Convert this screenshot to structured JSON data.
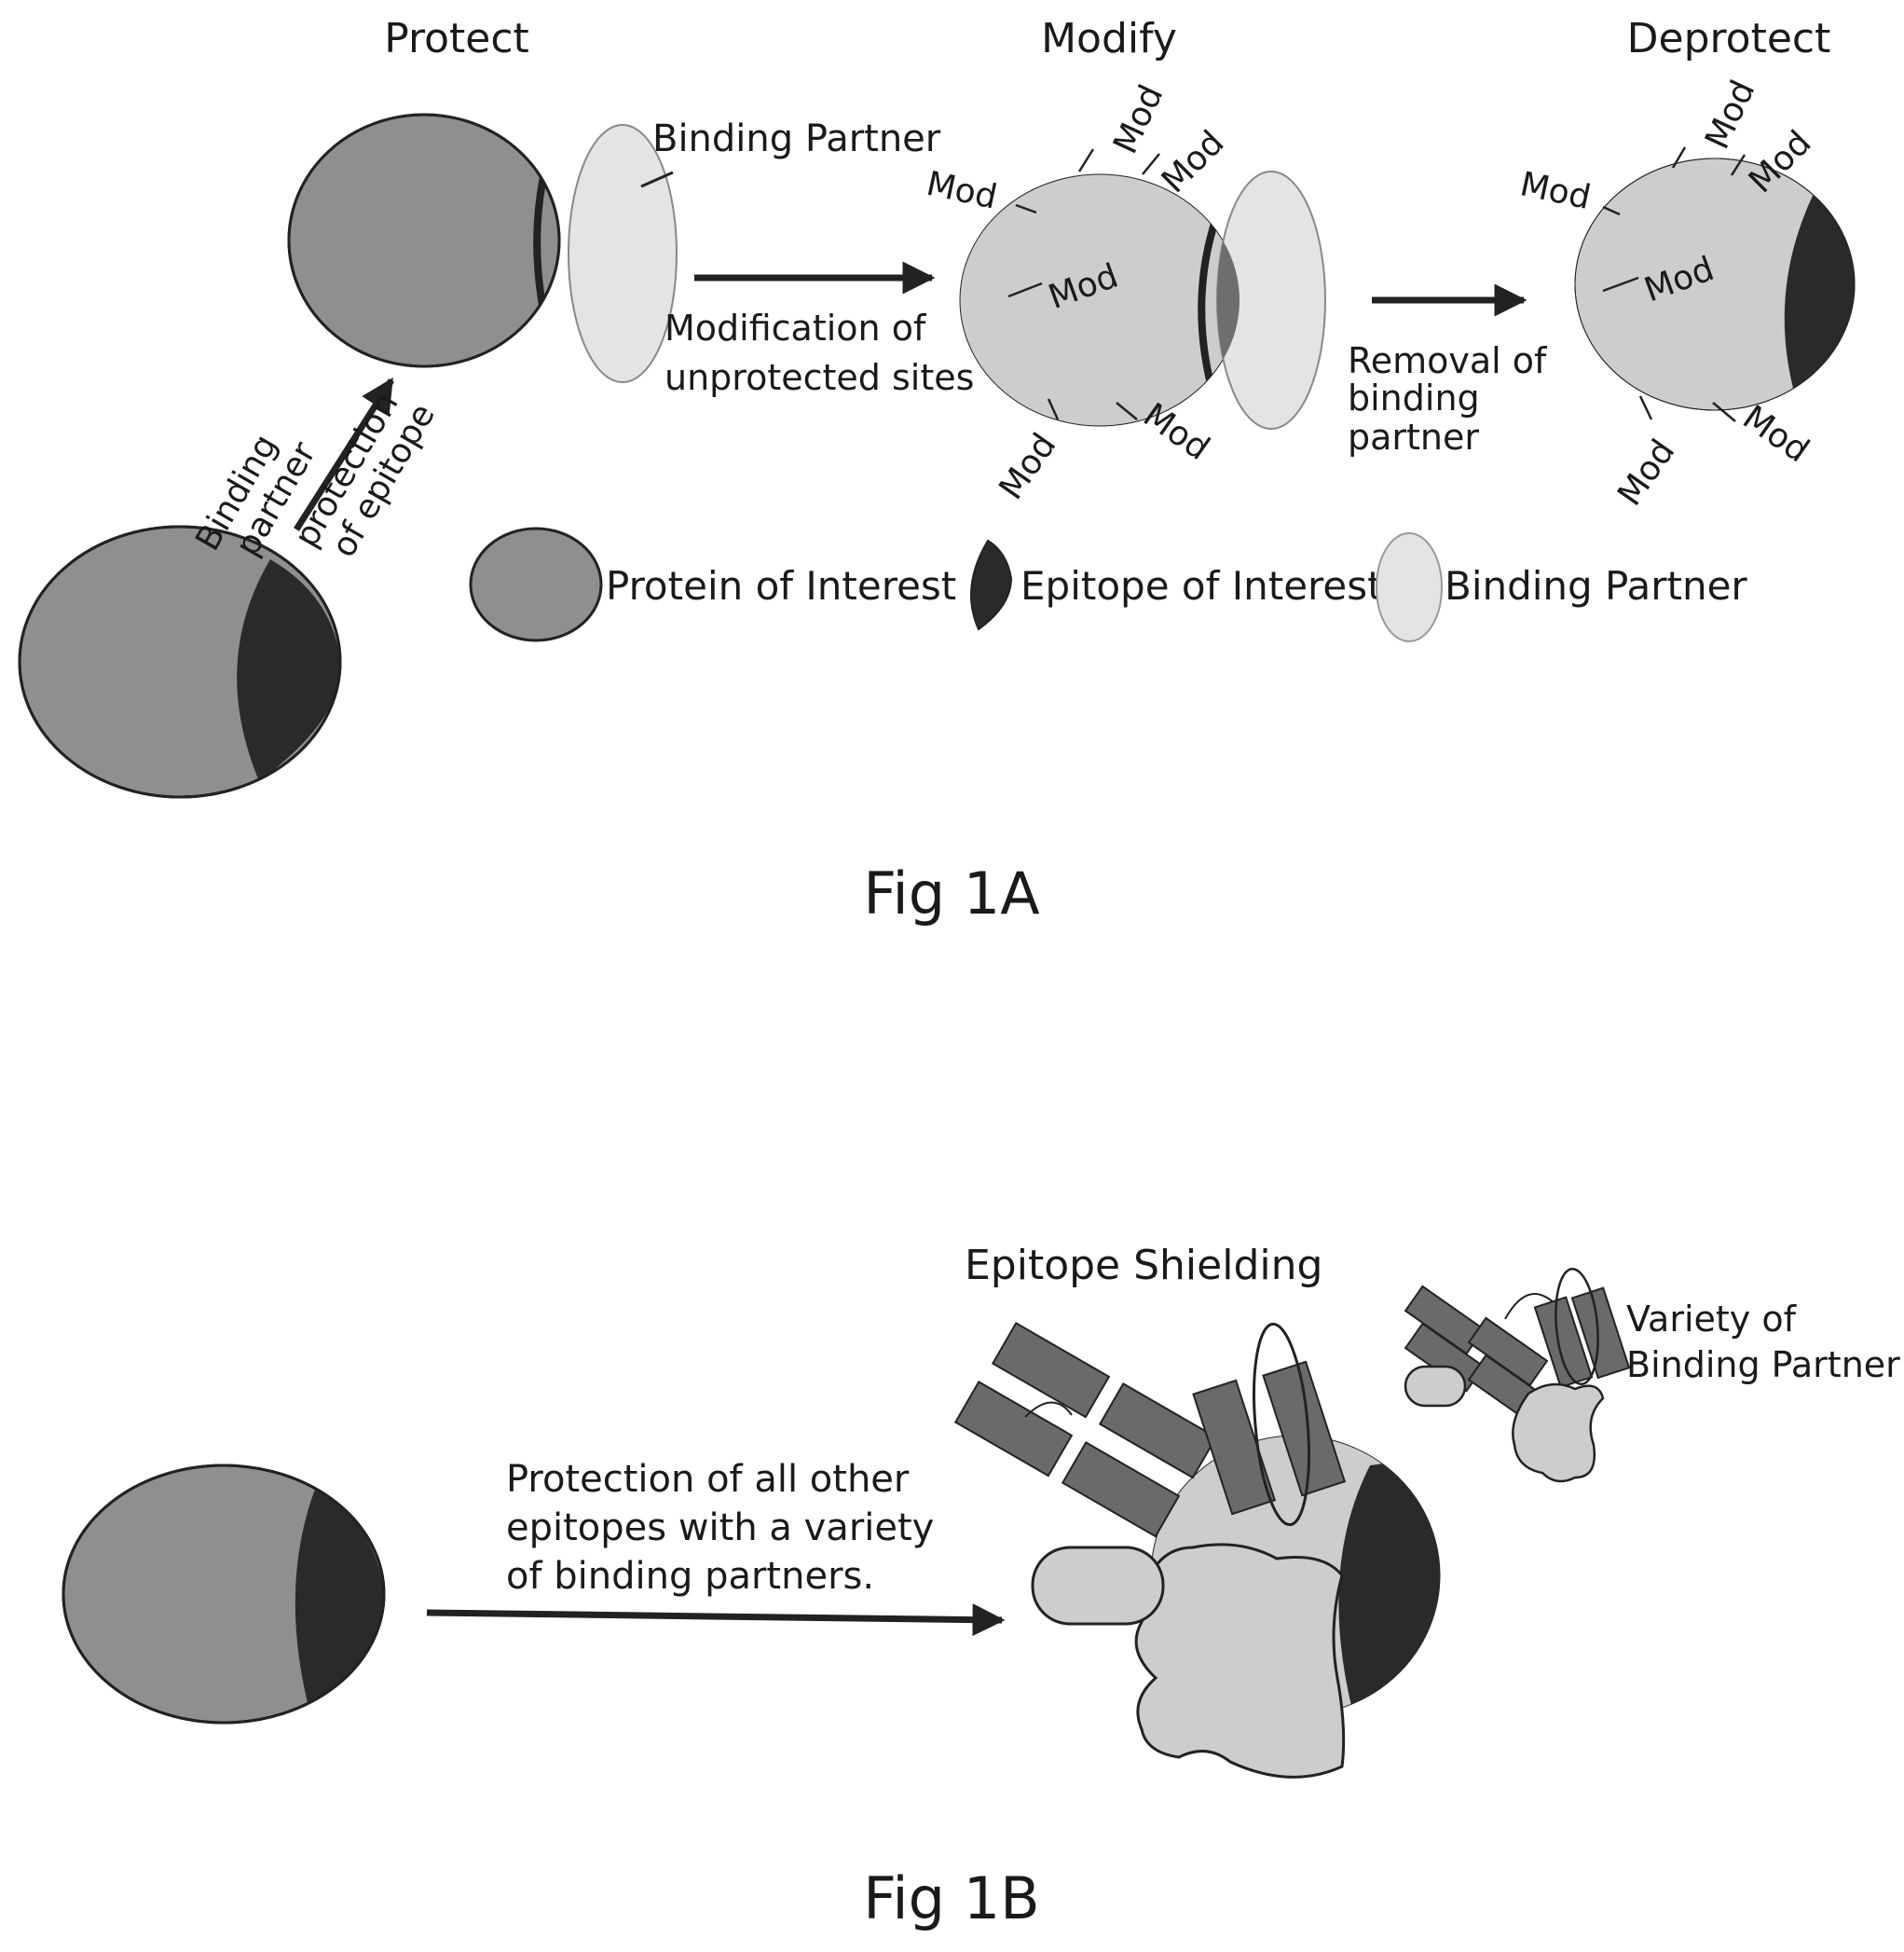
{
  "figure_1a": {
    "caption": "Fig 1A",
    "stages": {
      "protect": "Protect",
      "modify": "Modify",
      "deprotect": "Deprotect"
    },
    "labels": {
      "binding_partner_callout": "Binding Partner",
      "diag_arrow_line1": "Binding",
      "diag_arrow_line2": "partner",
      "diag_arrow_line3": "protection",
      "diag_arrow_line4": "of epitope",
      "step1_line1": "Modification of",
      "step1_line2": "unprotected sites",
      "step2_line1": "Removal of",
      "step2_line2": "binding",
      "step2_line3": "partner",
      "mod": "Mod"
    },
    "legend": {
      "protein": "Protein of Interest",
      "epitope": "Epitope of Interest",
      "binding_partner": "Binding Partner"
    }
  },
  "figure_1b": {
    "caption": "Fig 1B",
    "title": "Epitope Shielding",
    "arrow_line1": "Protection of all other",
    "arrow_line2": "epitopes with a variety",
    "arrow_line3": "of binding partners.",
    "variety_line1": "Variety of",
    "variety_line2": "Binding Partner"
  },
  "colors": {
    "protein": "#8f8f8f",
    "epitope": "#2a2a2a",
    "binding_partner": "#e4e4e4",
    "modified_protein": "#cdcdcd",
    "antibody": "#6a6a6a"
  }
}
